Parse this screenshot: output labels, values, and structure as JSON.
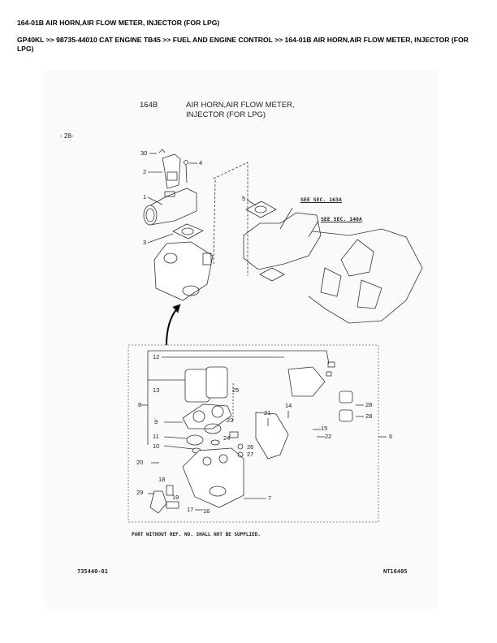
{
  "header": {
    "title": "164-01B AIR HORN,AIR FLOW METER, INJECTOR (FOR LPG)",
    "breadcrumb": "GP40KL >> 98735-44010 CAT ENGINE TB45 >> FUEL AND ENGINE CONTROL >> 164-01B AIR HORN,AIR FLOW METER, INJECTOR (FOR LPG)"
  },
  "diagram": {
    "page_number": "- 28-",
    "section_code": "164B",
    "section_title_line1": "AIR HORN,AIR FLOW METER,",
    "section_title_line2": "INJECTOR (FOR LPG)",
    "see_sec_1": "SEE SEC. 163A",
    "see_sec_2": "SEE SEC. 140A",
    "callouts": {
      "c30": "30",
      "c2": "2",
      "c4": "4",
      "c1": "1",
      "c3": "3",
      "c5": "5",
      "c12": "12",
      "c13": "13",
      "c25": "25",
      "c8": "8",
      "c14": "14",
      "c21": "21",
      "c28a": "28",
      "c28b": "28",
      "c9": "9",
      "c23": "23",
      "c15": "15",
      "c6": "6",
      "c11": "11",
      "c24": "24",
      "c22": "22",
      "c10": "10",
      "c26": "26",
      "c27": "27",
      "c20": "20",
      "c18": "18",
      "c29": "29",
      "c19": "19",
      "c7": "7",
      "c17": "17",
      "c16": "16"
    },
    "note": "PART WITHOUT REF. NO. SHALL NOT BE SUPPLIED.",
    "drawing_number": "735440-01",
    "reference_code": "NT16405"
  }
}
